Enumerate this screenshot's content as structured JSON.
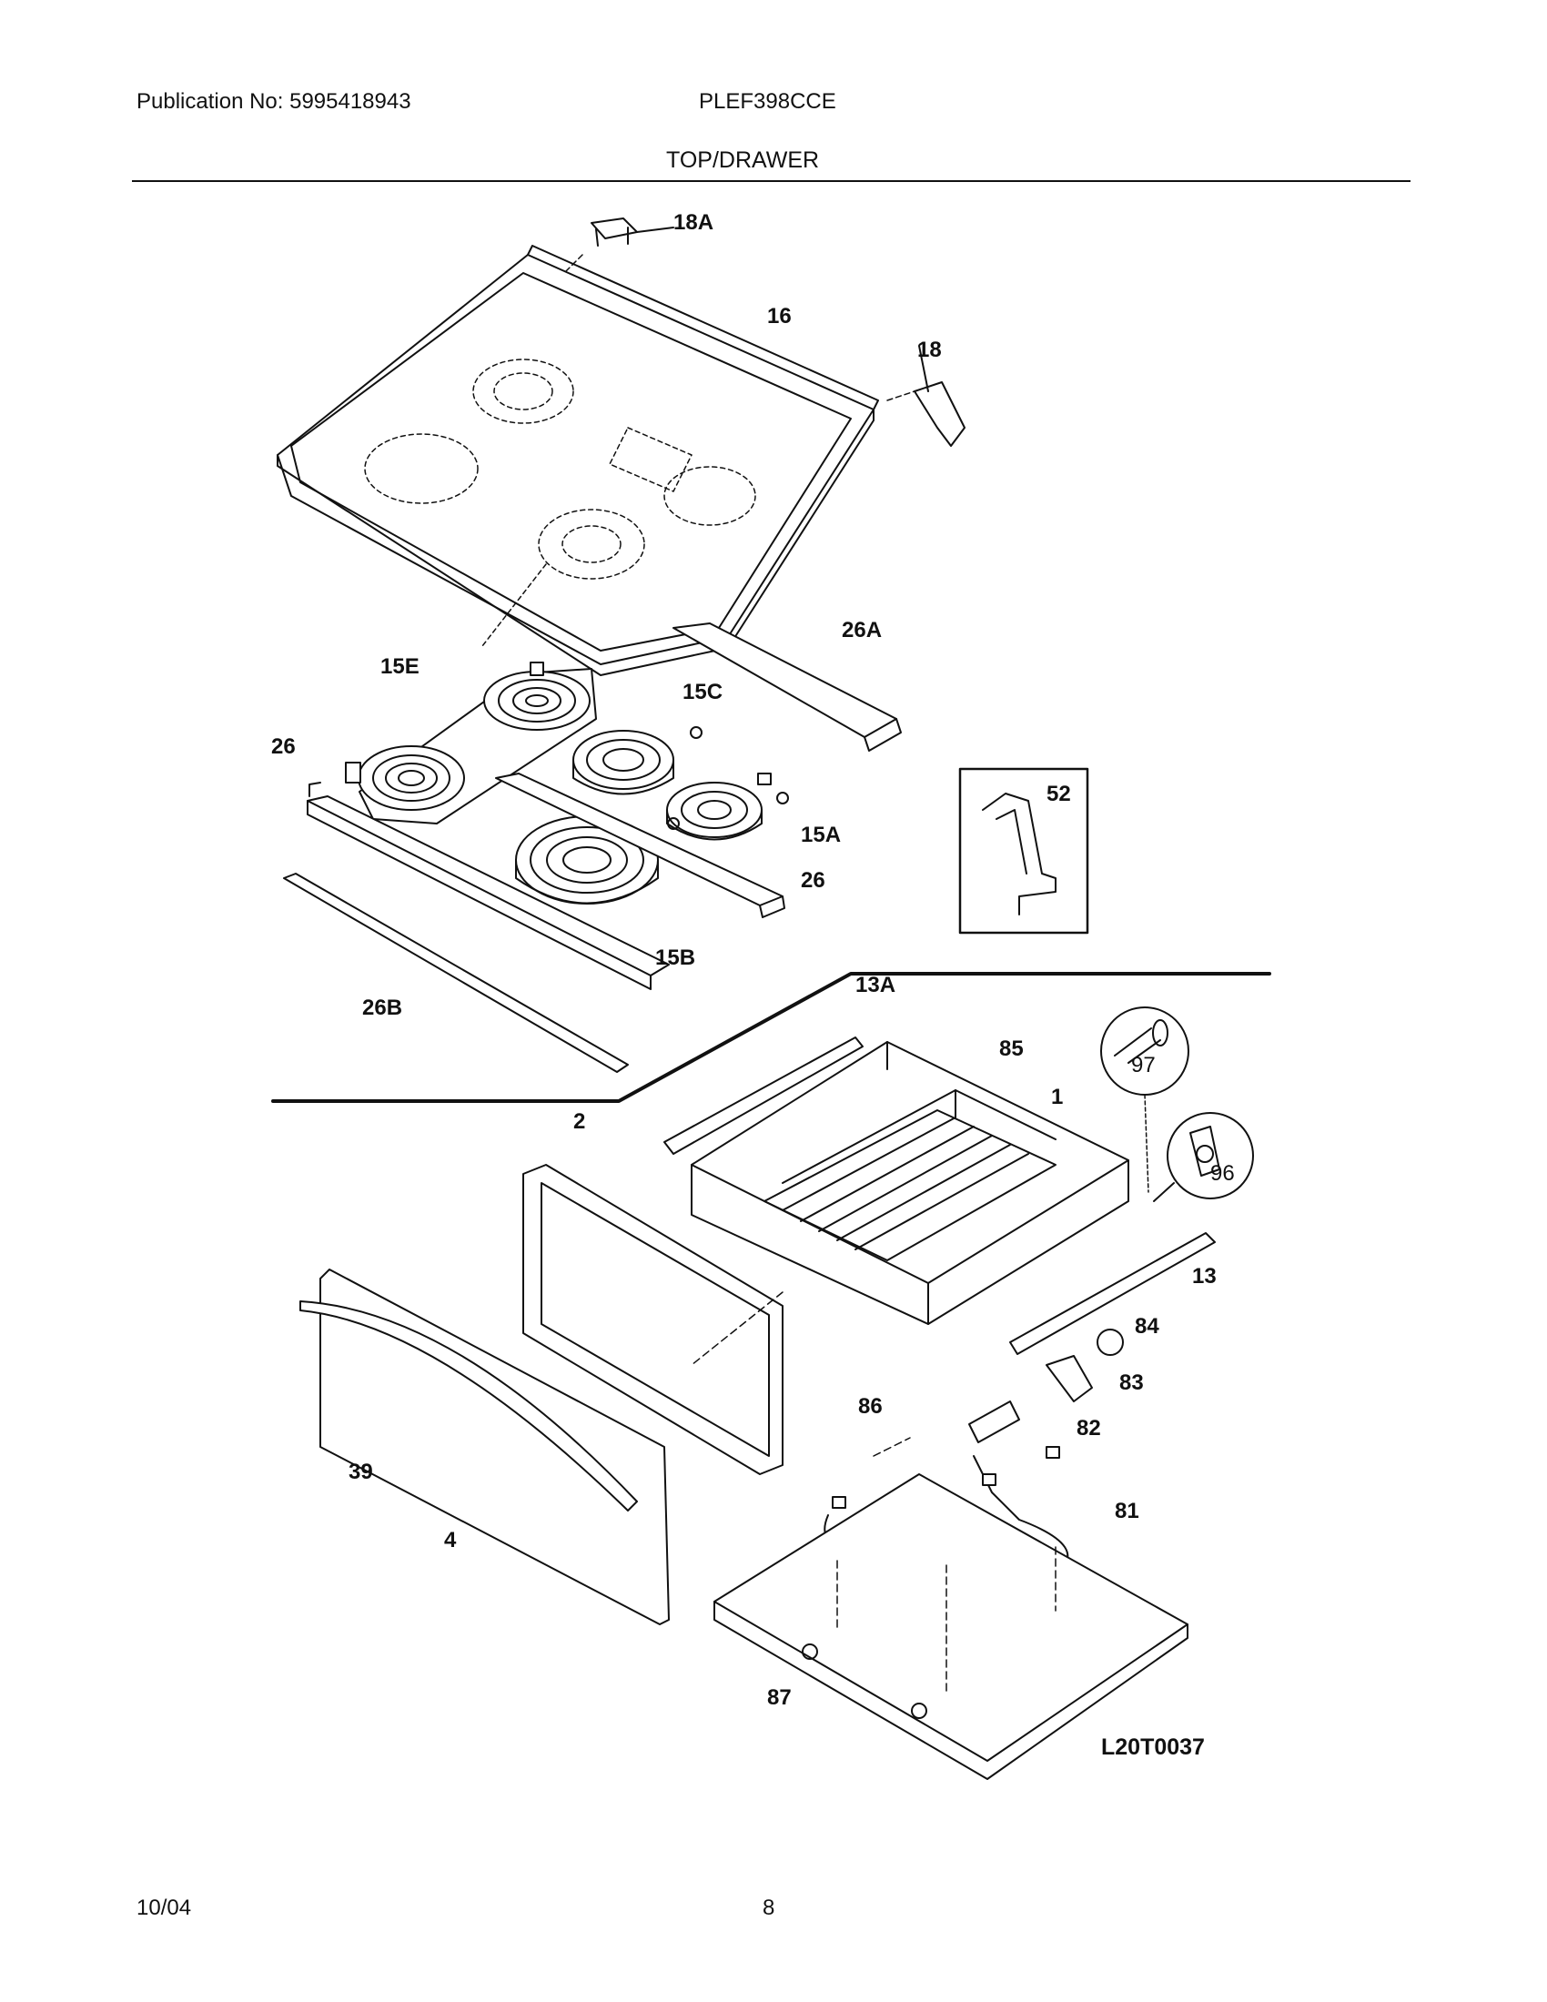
{
  "header": {
    "publication": "Publication No: 5995418943",
    "model": "PLEF398CCE",
    "section": "TOP/DRAWER"
  },
  "footer": {
    "date": "10/04",
    "page": "8"
  },
  "diagram": {
    "code": "L20T0037",
    "callouts": {
      "c18A": "18A",
      "c16": "16",
      "c18": "18",
      "c26A": "26A",
      "c15E": "15E",
      "c15C": "15C",
      "c26a": "26",
      "c52": "52",
      "c15A": "15A",
      "c26b": "26",
      "c15B": "15B",
      "c26B": "26B",
      "c13A": "13A",
      "c85": "85",
      "c97": "97",
      "c1": "1",
      "c2": "2",
      "c96": "96",
      "c13": "13",
      "c84": "84",
      "c83": "83",
      "c82": "82",
      "c86": "86",
      "c39": "39",
      "c81": "81",
      "c4": "4",
      "c87": "87"
    }
  }
}
